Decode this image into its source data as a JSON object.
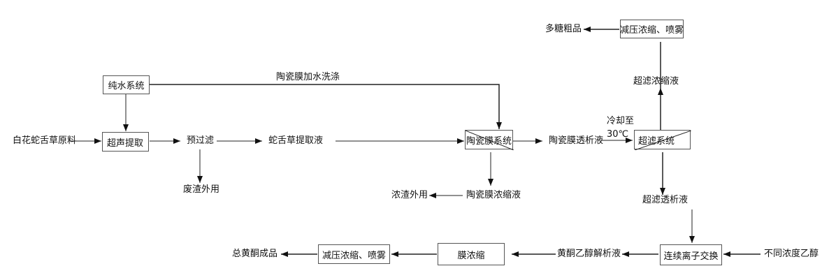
{
  "nodes": {
    "pure_water": "纯水系统",
    "raw_material": "白花蛇舌草原料",
    "ultrasonic_extraction": "超声提取",
    "prefilter": "预过滤",
    "waste_residue": "废渣外用",
    "extract_liquid": "蛇舌草提取液",
    "ceramic_membrane": "陶瓷膜系统",
    "ceramic_permeate": "陶瓷膜透析液",
    "ceramic_concentrate": "陶瓷膜浓缩液",
    "thick_residue": "浓渣外用",
    "ultrafiltration": "超滤系统",
    "uf_concentrate": "超滤浓缩液",
    "vacuum_spray_top": "减压浓缩、喷雾",
    "polysaccharide": "多糖粗品",
    "uf_permeate": "超滤透析液",
    "ion_exchange": "连续离子交换",
    "ethanol": "不同浓度乙醇",
    "flavone_eluate": "黄酮乙醇解析液",
    "membrane_concentration": "膜浓缩",
    "vacuum_spray_bottom": "减压浓缩、喷雾",
    "total_flavone": "总黄酮成品"
  },
  "edge_labels": {
    "wash": "陶瓷膜加水洗涤",
    "cool_1": "冷却至",
    "cool_2": "30℃"
  }
}
